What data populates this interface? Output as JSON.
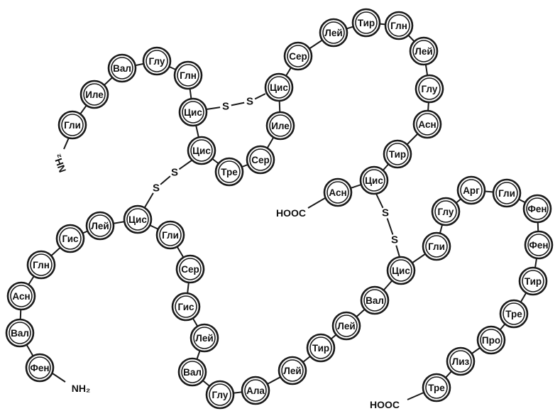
{
  "chain_a": {
    "n_terminus": "NH₂",
    "c_terminus": "HOOC",
    "residues": [
      "Гли",
      "Иле",
      "Вал",
      "Глу",
      "Глн",
      "Цис",
      "Цис",
      "Тре",
      "Сер",
      "Иле",
      "Цис",
      "Сер",
      "Лей",
      "Тир",
      "Глн",
      "Лей",
      "Глу",
      "Асн",
      "Тир",
      "Цис",
      "Асн"
    ]
  },
  "chain_b": {
    "n_terminus": "NH₂",
    "c_terminus": "HOOC",
    "residues": [
      "Фен",
      "Вал",
      "Асн",
      "Глн",
      "Гис",
      "Лей",
      "Цис",
      "Гли",
      "Сер",
      "Гис",
      "Лей",
      "Вал",
      "Глу",
      "Ала",
      "Лей",
      "Тир",
      "Лей",
      "Вал",
      "Цис",
      "Гли",
      "Глу",
      "Арг",
      "Гли",
      "Фен",
      "Фен",
      "Тир",
      "Тре",
      "Про",
      "Лиз",
      "Тре"
    ]
  },
  "disulfide": {
    "sulfur_label": "S"
  }
}
